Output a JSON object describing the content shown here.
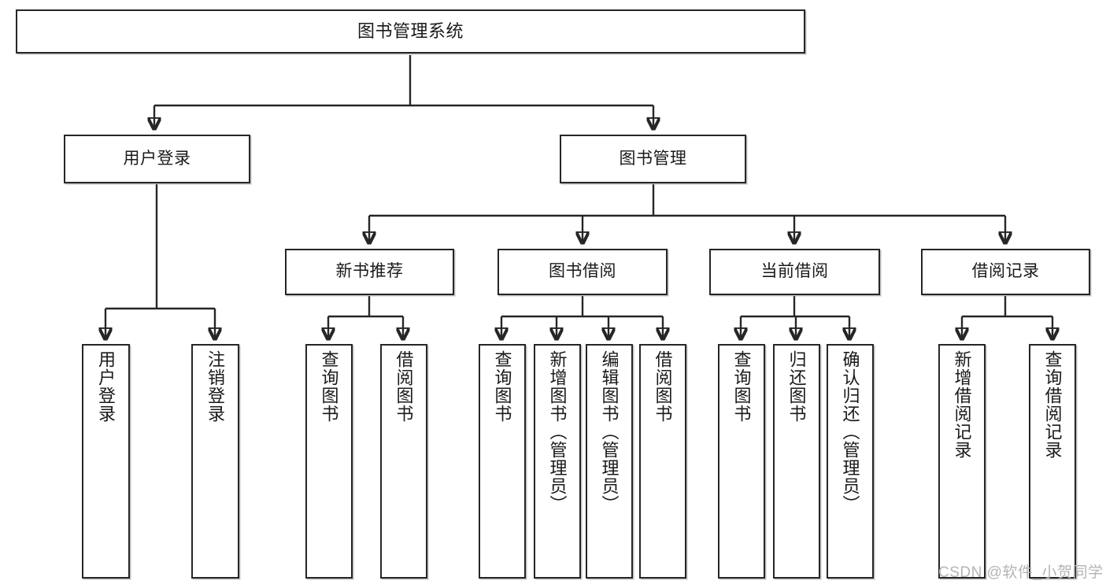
{
  "diagram": {
    "title": "图书管理系统",
    "type": "tree-hierarchy",
    "root": {
      "id": "root",
      "label": "图书管理系统"
    },
    "level2": [
      {
        "id": "user-login",
        "label": "用户登录"
      },
      {
        "id": "book-management",
        "label": "图书管理"
      }
    ],
    "level3": [
      {
        "id": "new-book-recommend",
        "label": "新书推荐",
        "parent": "book-management"
      },
      {
        "id": "book-borrow",
        "label": "图书借阅",
        "parent": "book-management"
      },
      {
        "id": "current-borrow",
        "label": "当前借阅",
        "parent": "book-management"
      },
      {
        "id": "borrow-record",
        "label": "借阅记录",
        "parent": "book-management"
      }
    ],
    "leaves": [
      {
        "id": "leaf-user-login",
        "label": "用户登录",
        "parent": "user-login"
      },
      {
        "id": "leaf-logout-login",
        "label": "注销登录",
        "parent": "user-login"
      },
      {
        "id": "leaf-query-book-1",
        "label": "查询图书",
        "parent": "new-book-recommend"
      },
      {
        "id": "leaf-borrow-book-1",
        "label": "借阅图书",
        "parent": "new-book-recommend"
      },
      {
        "id": "leaf-query-book-2",
        "label": "查询图书",
        "parent": "book-borrow"
      },
      {
        "id": "leaf-add-book",
        "label": "新增图书（管理员）",
        "parent": "book-borrow"
      },
      {
        "id": "leaf-edit-book",
        "label": "编辑图书（管理员）",
        "parent": "book-borrow"
      },
      {
        "id": "leaf-borrow-book-2",
        "label": "借阅图书",
        "parent": "book-borrow"
      },
      {
        "id": "leaf-query-book-3",
        "label": "查询图书",
        "parent": "current-borrow"
      },
      {
        "id": "leaf-return-book",
        "label": "归还图书",
        "parent": "current-borrow"
      },
      {
        "id": "leaf-confirm-return",
        "label": "确认归还（管理员）",
        "parent": "current-borrow"
      },
      {
        "id": "leaf-add-record",
        "label": "新增借阅记录",
        "parent": "borrow-record"
      },
      {
        "id": "leaf-query-record",
        "label": "查询借阅记录",
        "parent": "borrow-record"
      }
    ]
  },
  "watermark": {
    "text": "CSDN @软件_小贺同学"
  },
  "colors": {
    "stroke": "#262626",
    "box_fill": "#ffffff",
    "text": "#1a1a1a",
    "watermark": "#b4b4b4",
    "background": "#ffffff"
  }
}
